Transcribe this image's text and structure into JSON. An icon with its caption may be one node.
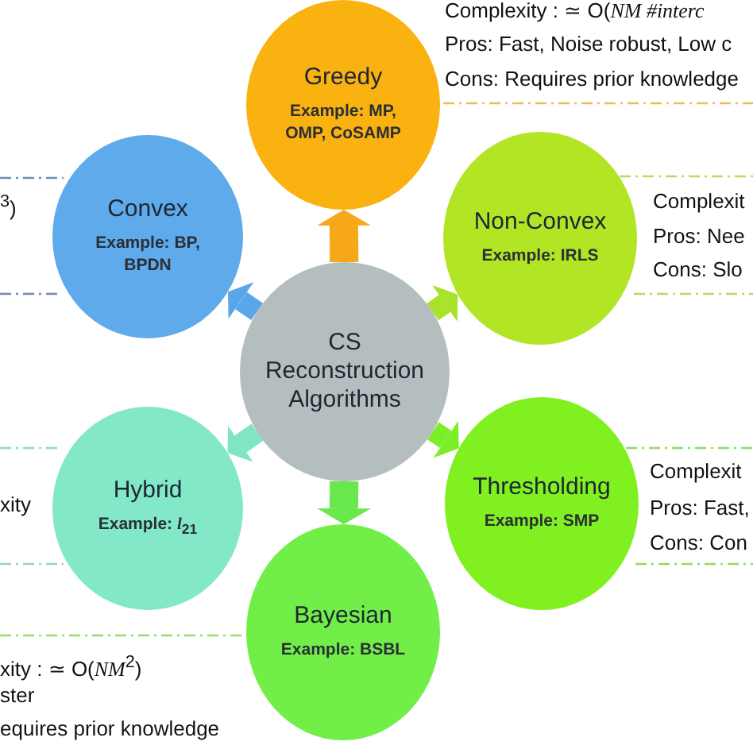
{
  "diagram": {
    "nodes": [
      {
        "text": [
          "Greedy",
          "Example: MP, OMP, CoSAMP"
        ],
        "beside": [
          "Complexity : ≃ O(*NM #interc*",
          "Pros: Fast, Noise robust, Low c",
          "Cons: Requires prior knowledge"
        ]
      },
      {
        "text": [
          "Convex",
          "Example: BP, BPDN"
        ],
        "beside": [
          "$^{3}$)"
        ]
      },
      {
        "text": [
          "Non-Convex",
          "Example: IRLS"
        ],
        "beside": [
          "Complexit",
          "Pros: Nee",
          "Cons: Slo"
        ]
      },
      {
        "text": [
          "CS Reconstruction Algorithms"
        ]
      },
      {
        "text": [
          "Hybrid",
          "Example: *l*$_{21}$"
        ],
        "beside": [
          "xity"
        ]
      },
      {
        "text": [
          "Thresholding",
          "Example: SMP"
        ],
        "beside": [
          "Complexit",
          "Pros: Fast,",
          "Cons: Con"
        ]
      },
      {
        "text": [
          "Bayesian",
          "Example: BSBL"
        ],
        "beside": [
          "xity : ≃ O(*NM*$^{2}$)",
          "ster",
          "equires prior knowledge"
        ]
      }
    ],
    "edges": [
      {
        "from": 3,
        "to": 0,
        "arrow": "to",
        "color": "#f7a818"
      },
      {
        "from": 3,
        "to": 1,
        "arrow": "to",
        "color": "#5aa6ea"
      },
      {
        "from": 3,
        "to": 2,
        "arrow": "to",
        "color": "#a8e22a"
      },
      {
        "from": 3,
        "to": 4,
        "arrow": "to",
        "color": "#7ee6c4"
      },
      {
        "from": 3,
        "to": 5,
        "arrow": "to",
        "color": "#7aee26"
      },
      {
        "from": 3,
        "to": 6,
        "arrow": "to",
        "color": "#68e84a"
      }
    ]
  }
}
